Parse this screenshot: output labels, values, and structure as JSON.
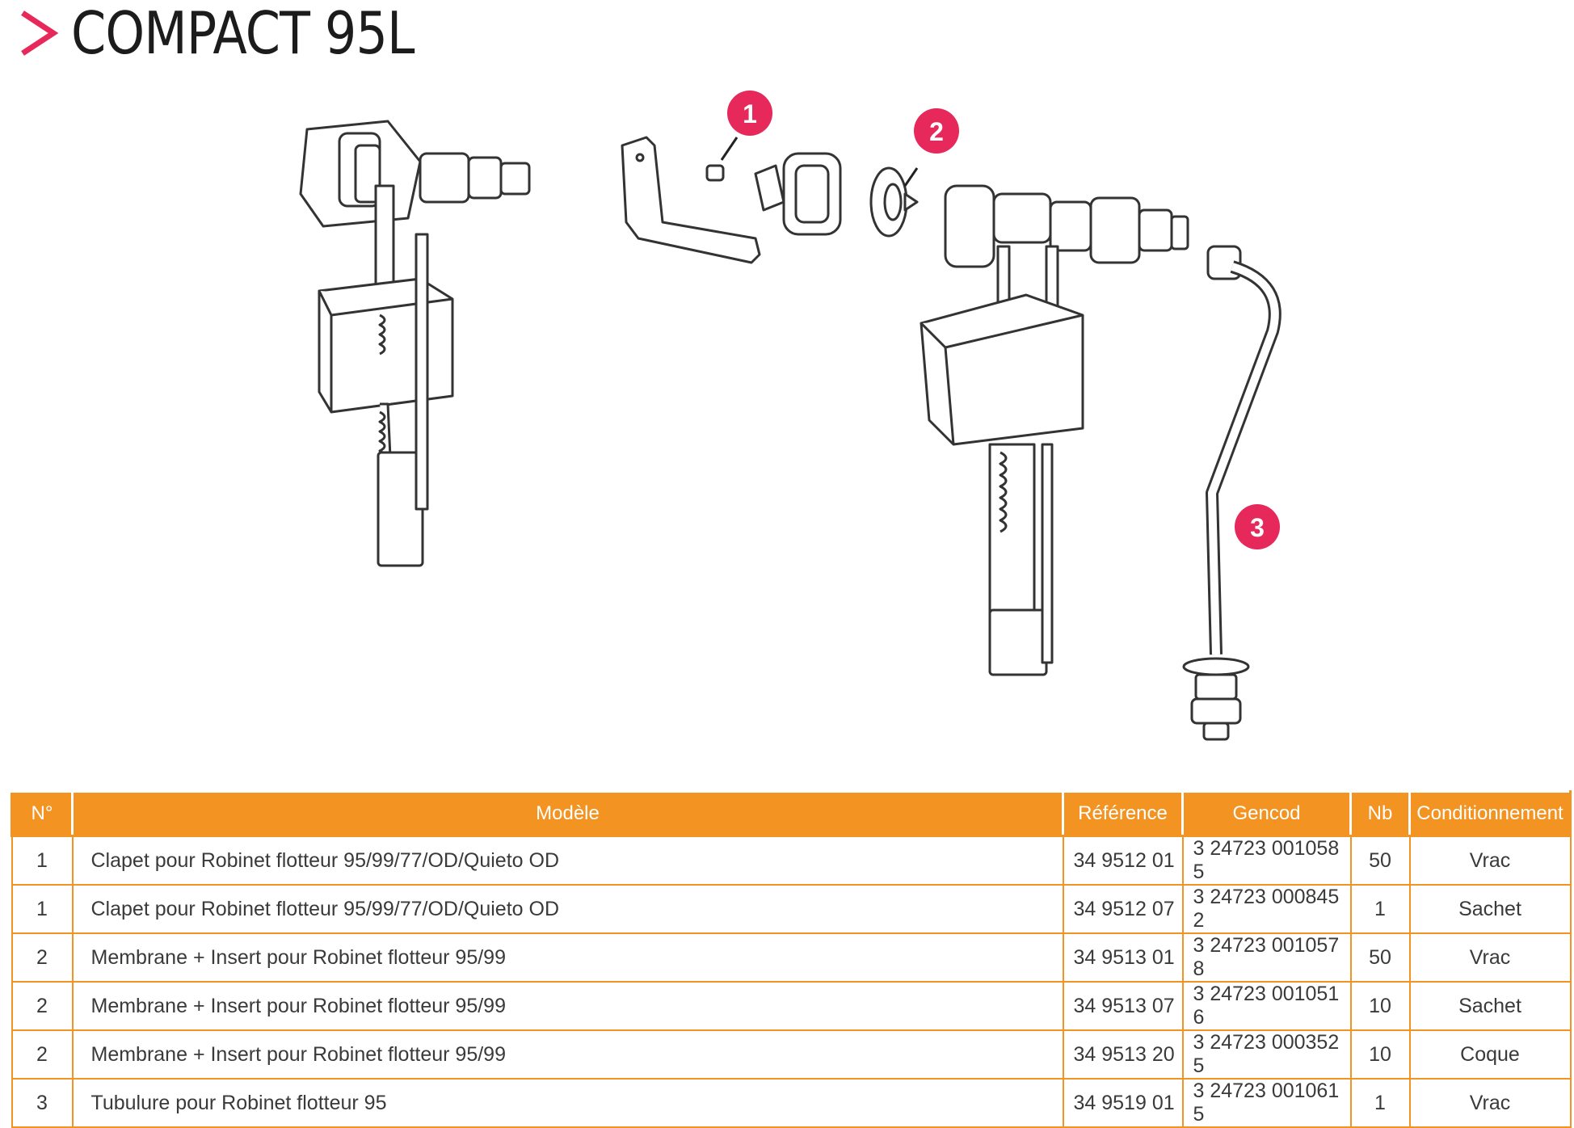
{
  "page": {
    "title": "COMPACT 95L",
    "accent_color": "#e6285a",
    "table_color": "#f39322"
  },
  "callouts": [
    {
      "number": "1"
    },
    {
      "number": "2"
    },
    {
      "number": "3"
    }
  ],
  "table": {
    "headers": [
      "N°",
      "Modèle",
      "Référence",
      "Gencod",
      "Nb",
      "Conditionnement"
    ],
    "rows": [
      {
        "no": "1",
        "modele": "Clapet pour Robinet flotteur 95/99/77/OD/Quieto OD",
        "reference": "34 9512 01",
        "gencod": "3 24723 001058 5",
        "nb": "50",
        "cond": "Vrac"
      },
      {
        "no": "1",
        "modele": "Clapet pour Robinet flotteur 95/99/77/OD/Quieto OD",
        "reference": "34 9512 07",
        "gencod": "3 24723 000845 2",
        "nb": "1",
        "cond": "Sachet"
      },
      {
        "no": "2",
        "modele": "Membrane + Insert pour Robinet flotteur 95/99",
        "reference": "34 9513 01",
        "gencod": "3 24723 001057 8",
        "nb": "50",
        "cond": "Vrac"
      },
      {
        "no": "2",
        "modele": "Membrane + Insert pour Robinet flotteur 95/99",
        "reference": "34 9513 07",
        "gencod": "3 24723 001051 6",
        "nb": "10",
        "cond": "Sachet"
      },
      {
        "no": "2",
        "modele": "Membrane + Insert pour Robinet flotteur 95/99",
        "reference": "34 9513 20",
        "gencod": "3 24723 000352 5",
        "nb": "10",
        "cond": "Coque"
      },
      {
        "no": "3",
        "modele": "Tubulure pour Robinet flotteur 95",
        "reference": "34 9519 01",
        "gencod": "3 24723 001061 5",
        "nb": "1",
        "cond": "Vrac"
      }
    ]
  }
}
